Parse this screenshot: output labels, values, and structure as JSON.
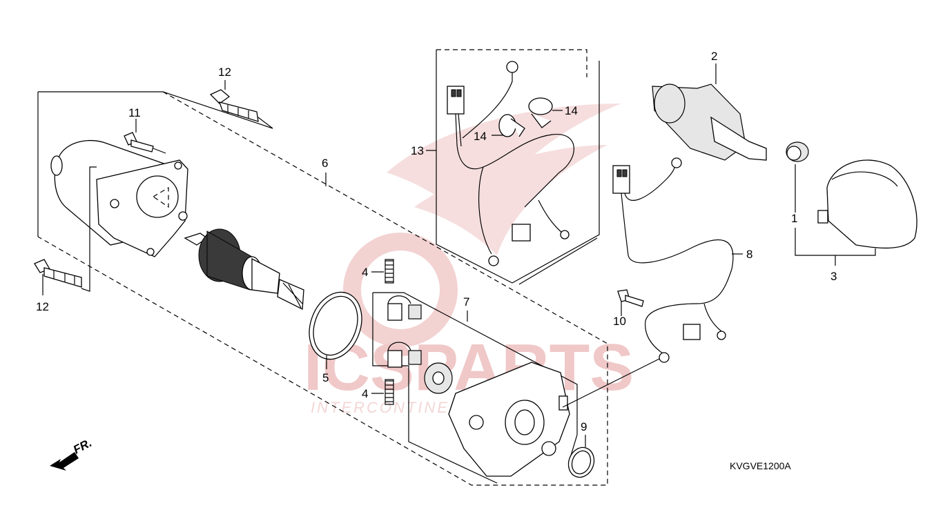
{
  "diagram": {
    "code": "KVGVE1200A",
    "front_marker": "FR.",
    "watermark": {
      "brand": "ICSPARTS",
      "tagline": "INTERCONTINENTAL PARTS"
    },
    "callouts": [
      {
        "id": "c1",
        "text": "1"
      },
      {
        "id": "c2",
        "text": "2"
      },
      {
        "id": "c3",
        "text": "3"
      },
      {
        "id": "c4a",
        "text": "4"
      },
      {
        "id": "c4b",
        "text": "4"
      },
      {
        "id": "c5",
        "text": "5"
      },
      {
        "id": "c6",
        "text": "6"
      },
      {
        "id": "c7",
        "text": "7"
      },
      {
        "id": "c8",
        "text": "8"
      },
      {
        "id": "c9",
        "text": "9"
      },
      {
        "id": "c10",
        "text": "10"
      },
      {
        "id": "c11",
        "text": "11"
      },
      {
        "id": "c12a",
        "text": "12"
      },
      {
        "id": "c12b",
        "text": "12"
      },
      {
        "id": "c13",
        "text": "13"
      },
      {
        "id": "c14a",
        "text": "14"
      },
      {
        "id": "c14b",
        "text": "14"
      }
    ]
  }
}
